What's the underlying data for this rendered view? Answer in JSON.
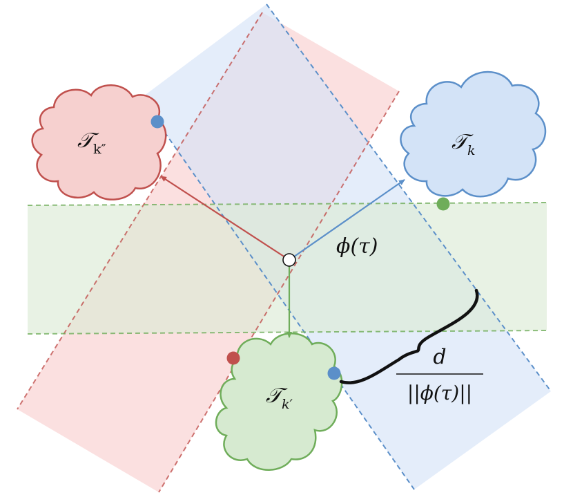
{
  "diagram": {
    "clusters": [
      {
        "id": "k_double_prime",
        "symbol": "𝒯",
        "subscript": "k″",
        "color": "#d9534f",
        "fill": "#f6d0cf"
      },
      {
        "id": "k",
        "symbol": "𝒯",
        "subscript": "k",
        "color": "#5b8fc9",
        "fill": "#d3e3f7"
      },
      {
        "id": "k_prime",
        "symbol": "𝒯",
        "subscript": "k′",
        "color": "#6fad5a",
        "fill": "#d6ead0"
      }
    ],
    "phi_label": "ϕ(τ)",
    "distance_label": {
      "numerator": "d",
      "denominator": "||ϕ(τ)||"
    },
    "colors": {
      "red": "#c0504d",
      "blue": "#5b8fc9",
      "green": "#6fad5a",
      "red_band": "#f9d6d6",
      "blue_band": "#d6e3f8",
      "green_band": "#dcebd6"
    }
  }
}
